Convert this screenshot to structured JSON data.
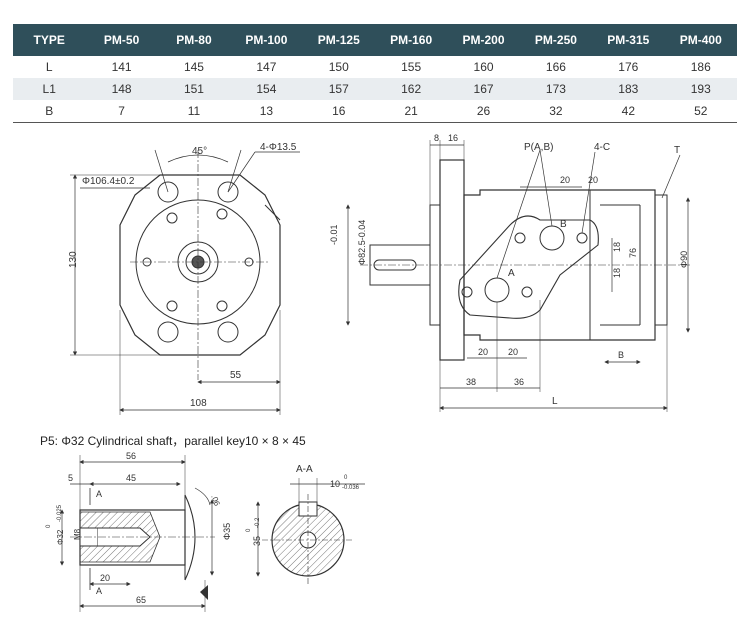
{
  "table": {
    "headers": [
      "TYPE",
      "PM-50",
      "PM-80",
      "PM-100",
      "PM-125",
      "PM-160",
      "PM-200",
      "PM-250",
      "PM-315",
      "PM-400"
    ],
    "rows": [
      [
        "L",
        "141",
        "145",
        "147",
        "150",
        "155",
        "160",
        "166",
        "176",
        "186"
      ],
      [
        "L1",
        "148",
        "151",
        "154",
        "157",
        "162",
        "167",
        "173",
        "183",
        "193"
      ],
      [
        "B",
        "7",
        "11",
        "13",
        "16",
        "21",
        "26",
        "32",
        "42",
        "52"
      ]
    ]
  },
  "front_view": {
    "angle": "45°",
    "holes": "4-Φ13.5",
    "pcd": "Φ106.4±0.2",
    "height": "130",
    "half_width": "55",
    "width": "108"
  },
  "side_view": {
    "dim_8": "8",
    "dim_16": "16",
    "port_label": "P(A,B)",
    "port_c": "4-C",
    "port_t": "T",
    "dim_20a": "20",
    "dim_20b": "20",
    "port_b": "B",
    "port_a": "A",
    "dim_18a": "18",
    "dim_18b": "18",
    "dim_76": "76",
    "dim_phi90": "Φ90",
    "pilot_tol": "-0.01",
    "pilot": "Φ82.5-0.04",
    "dim_20c": "20",
    "dim_20d": "20",
    "dim_b": "B",
    "dim_38": "38",
    "dim_36": "36",
    "dim_l": "L"
  },
  "caption": "P5: Φ32 Cylindrical shaft，parallel key10 × 8 × 45",
  "shaft_view": {
    "dim_56": "56",
    "dim_5": "5",
    "dim_45": "45",
    "sec_a_top": "A",
    "chamfer": ".06",
    "dia_main": "Φ32",
    "dia_tol": "-0.025",
    "dia_tol_top": "0",
    "thread": "M8",
    "dia_35": "Φ35",
    "dim_20": "20",
    "sec_a_bottom": "A",
    "dim_65": "65"
  },
  "section_view": {
    "title": "A-A",
    "key_width": "10",
    "key_tol_top": "0",
    "key_tol_bottom": "-0.036",
    "key_depth": "35",
    "depth_tol_top": "0",
    "depth_tol_bottom": "-0.2"
  }
}
